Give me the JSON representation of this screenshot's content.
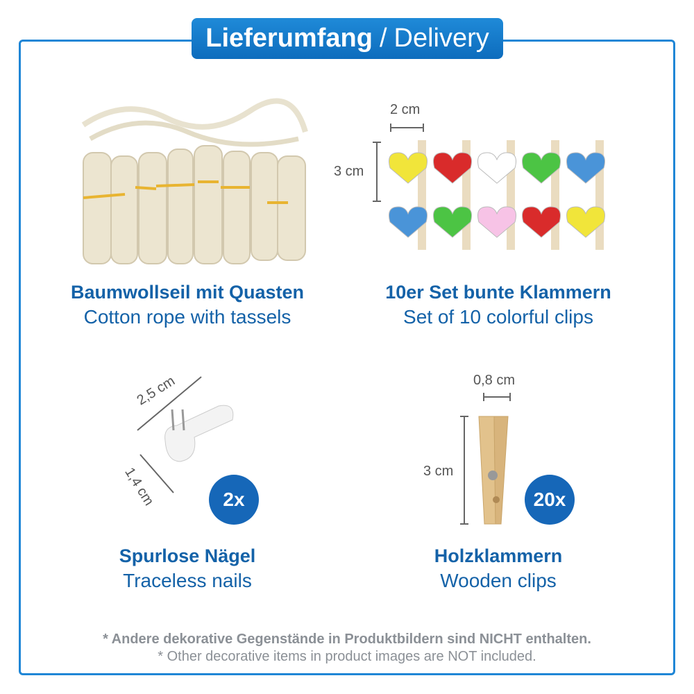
{
  "header": {
    "title_de": "Lieferumfang",
    "separator": "/",
    "title_en": "Delivery"
  },
  "items": [
    {
      "name_de": "Baumwollseil mit Quasten",
      "name_en": "Cotton rope with tassels"
    },
    {
      "name_de": "10er Set bunte Klammern",
      "name_en": "Set of 10 colorful clips",
      "width": "2 cm",
      "height": "3 cm"
    },
    {
      "name_de": "Spurlose Nägel",
      "name_en": "Traceless nails",
      "length": "2,5 cm",
      "height": "1,4 cm",
      "quantity": "2x"
    },
    {
      "name_de": "Holzklammern",
      "name_en": "Wooden clips",
      "width": "0,8 cm",
      "height": "3 cm",
      "quantity": "20x"
    }
  ],
  "footnote": {
    "de": "* Andere dekorative Gegenstände in Produktbildern sind NICHT enthalten.",
    "en": "* Other decorative items in product images are NOT included."
  },
  "colors": {
    "accent": "#1f86d6",
    "text": "#1462a8",
    "badge": "#1667b8"
  }
}
